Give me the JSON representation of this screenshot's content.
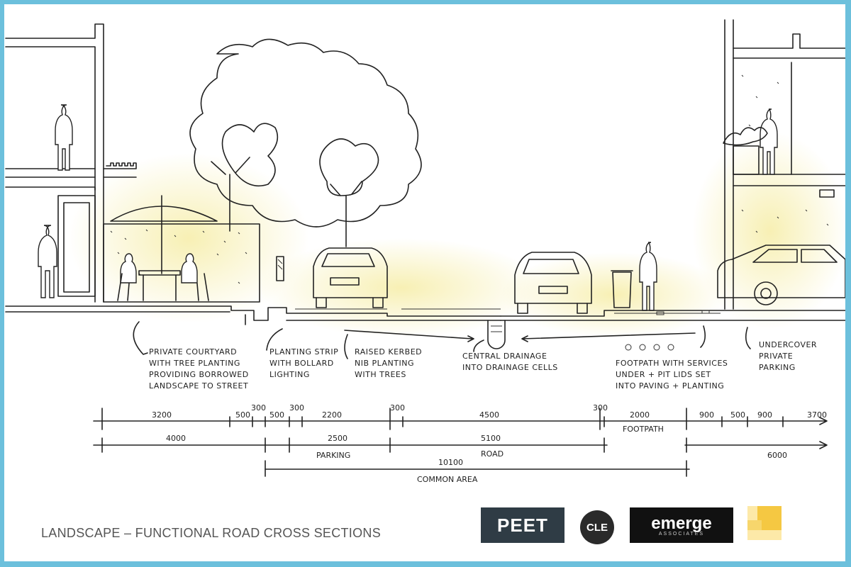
{
  "caption": "LANDSCAPE – FUNCTIONAL ROAD CROSS SECTIONS",
  "annotations": {
    "courtyard": [
      "PRIVATE COURTYARD",
      "WITH TREE PLANTING",
      "PROVIDING BORROWED",
      "LANDSCAPE TO STREET"
    ],
    "planting_strip": [
      "PLANTING STRIP",
      "WITH BOLLARD",
      "LIGHTING"
    ],
    "kerbed_nib": [
      "RAISED KERBED",
      "NIB PLANTING",
      "WITH TREES"
    ],
    "drainage": [
      "CENTRAL DRAINAGE",
      "INTO DRAINAGE CELLS"
    ],
    "footpath": [
      "FOOTPATH WITH SERVICES",
      "UNDER + PIT LIDS SET",
      "INTO PAVING + PLANTING"
    ],
    "parking": [
      "UNDERCOVER",
      "PRIVATE",
      "PARKING"
    ]
  },
  "dimensions": {
    "row1": [
      "3200",
      "500",
      "300",
      "500",
      "300",
      "2200",
      "300",
      "4500",
      "300",
      "2000",
      "900",
      "500",
      "900",
      "3700"
    ],
    "row2": [
      "4000",
      "2500",
      "5100",
      "6000"
    ],
    "row2_labels": [
      "PARKING",
      "ROAD",
      "FOOTPATH"
    ],
    "row3": [
      "10100"
    ],
    "row3_label": "COMMON AREA"
  },
  "logos": {
    "peet": "PEET",
    "cle": "CLE",
    "emerge": "emerge",
    "emerge_sub": "ASSOCIATES"
  },
  "colors": {
    "frame": "#6cc0dc",
    "glow": "#f7efb0",
    "logo_mark": "#f5c842"
  }
}
